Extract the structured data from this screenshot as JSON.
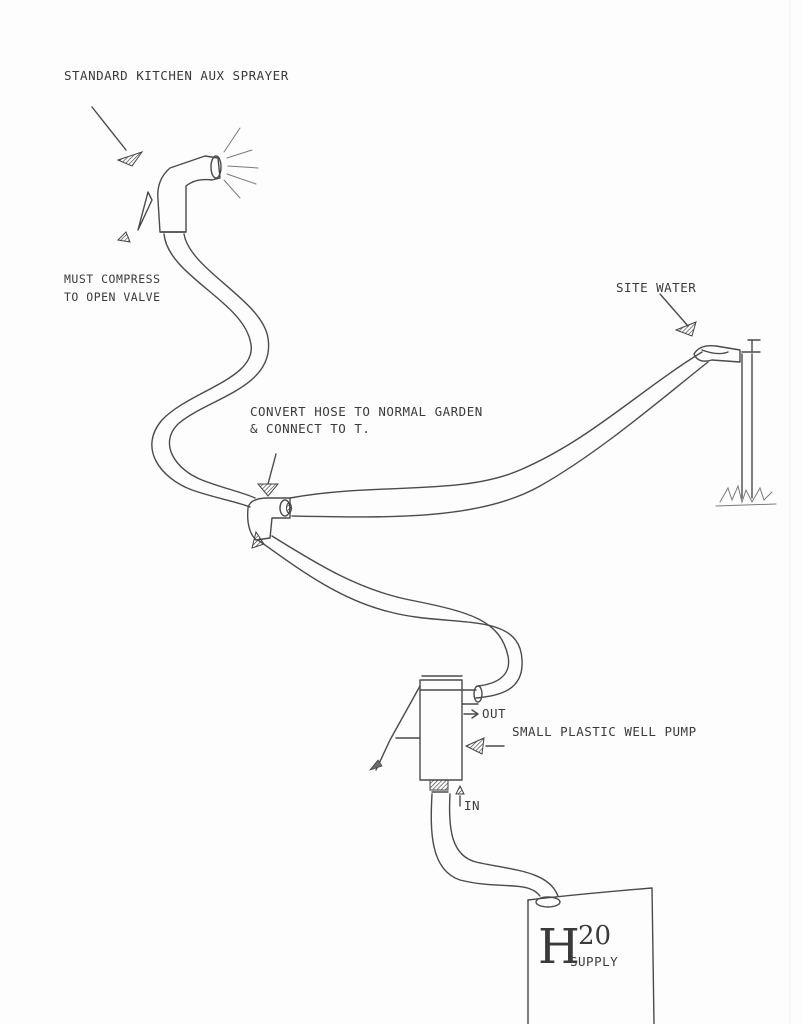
{
  "labels": {
    "sprayer": "STANDARD KITCHEN AUX SPRAYER",
    "compress_line1": "MUST COMPRESS",
    "compress_line2": "TO OPEN VALVE",
    "site_water": "SITE WATER",
    "convert_line1": "CONVERT HOSE TO NORMAL GARDEN",
    "convert_line2": "& CONNECT TO T.",
    "out": "OUT",
    "pump": "SMALL PLASTIC WELL PUMP",
    "in": "IN",
    "supply_h": "H",
    "supply_20": "20",
    "supply_word": "SUPPLY"
  }
}
